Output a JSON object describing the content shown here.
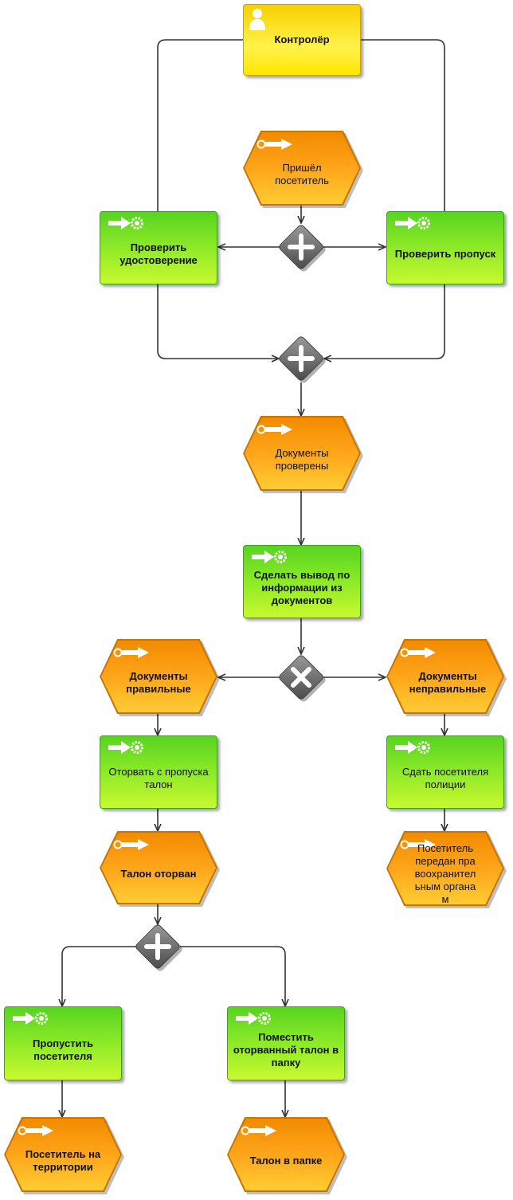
{
  "actor": {
    "label": "Контролёр",
    "icon": "person-icon"
  },
  "events": {
    "visitor_arrived": "Пришёл посетитель",
    "documents_checked": "Документы проверены",
    "documents_valid": "Документы правильные",
    "documents_invalid": "Документы неправильные",
    "coupon_torn": "Талон оторван",
    "visitor_handed_over": "Посетитель передан правоохранительным органам",
    "visitor_on_territory": "Посетитель на территории",
    "coupon_in_folder": "Талон в папке"
  },
  "functions": {
    "check_id": "Проверить удостоверение",
    "check_pass": "Проверить пропуск",
    "conclude": "Сделать вывод по информации из документов",
    "tear_coupon": "Оторвать с пропуска талон",
    "hand_to_police": "Сдать посетителя полиции",
    "let_visitor_in": "Пропустить посетителя",
    "file_coupon": "Поместить оторванный талон в папку"
  },
  "gateways": {
    "split_and": "and-gateway",
    "join_and": "and-gateway",
    "xor_decision": "xor-gateway",
    "split_and_2": "and-gateway"
  },
  "colors": {
    "function": "#7ee225",
    "event": "#ffa51a",
    "actor": "#ffe600",
    "gateway": "#6e6e6e",
    "connector": "#333333"
  }
}
